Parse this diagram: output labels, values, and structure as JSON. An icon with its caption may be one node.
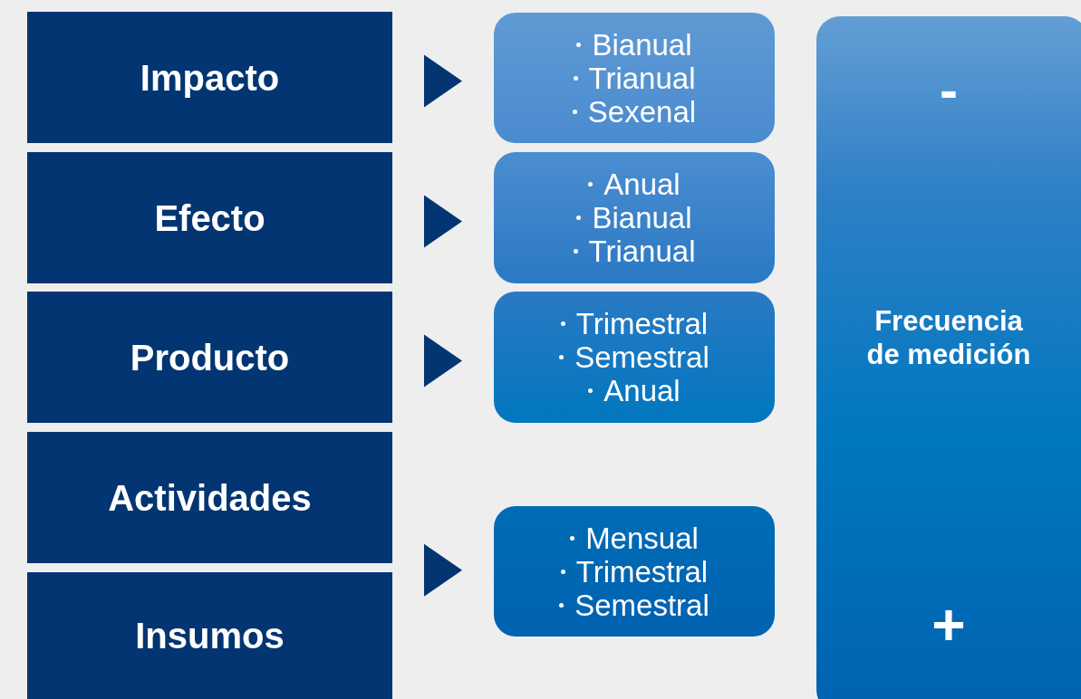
{
  "diagram": {
    "nodes": [
      {
        "text": [
          "Impacto"
        ]
      },
      {
        "text": [
          "Efecto"
        ]
      },
      {
        "text": [
          "Producto"
        ]
      },
      {
        "text": [
          "Actividades"
        ]
      },
      {
        "text": [
          "Insumos"
        ]
      },
      {
        "text": [
          "Bianual",
          "Trianual",
          "Sexenal"
        ]
      },
      {
        "text": [
          "Anual",
          "Bianual",
          "Trianual"
        ]
      },
      {
        "text": [
          "Trimestral",
          "Semestral",
          "Anual"
        ]
      },
      {
        "text": [
          "Mensual",
          "Trimestral",
          "Semestral"
        ]
      },
      {
        "text": [
          "-",
          "Frecuencia de medición",
          "+"
        ]
      }
    ],
    "edges": [
      {
        "from": 0,
        "to": 5,
        "arrow": "to"
      },
      {
        "from": 1,
        "to": 6,
        "arrow": "to"
      },
      {
        "from": 2,
        "to": 7,
        "arrow": "to"
      },
      {
        "from": 3,
        "to": 8,
        "arrow": "to"
      },
      {
        "from": 4,
        "to": 8,
        "arrow": "to"
      }
    ]
  }
}
